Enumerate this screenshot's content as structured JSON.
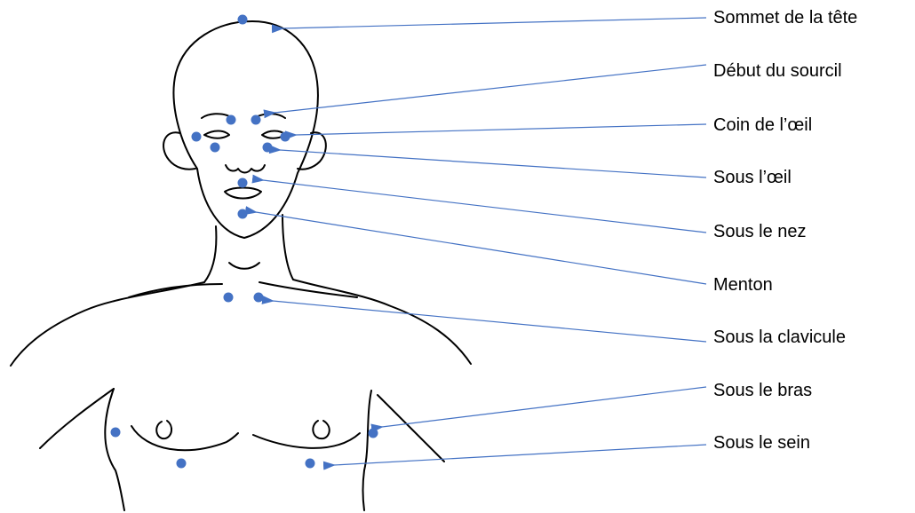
{
  "labels": [
    "Sommet de la tête",
    "Début du sourcil",
    "Coin de l’œil",
    "Sous l’œil",
    "Sous le nez",
    "Menton",
    "Sous la clavicule",
    "Sous le bras",
    "Sous le sein"
  ],
  "colors": {
    "point": "#4472C4",
    "arrow": "#4472C4",
    "outline": "#000000"
  }
}
